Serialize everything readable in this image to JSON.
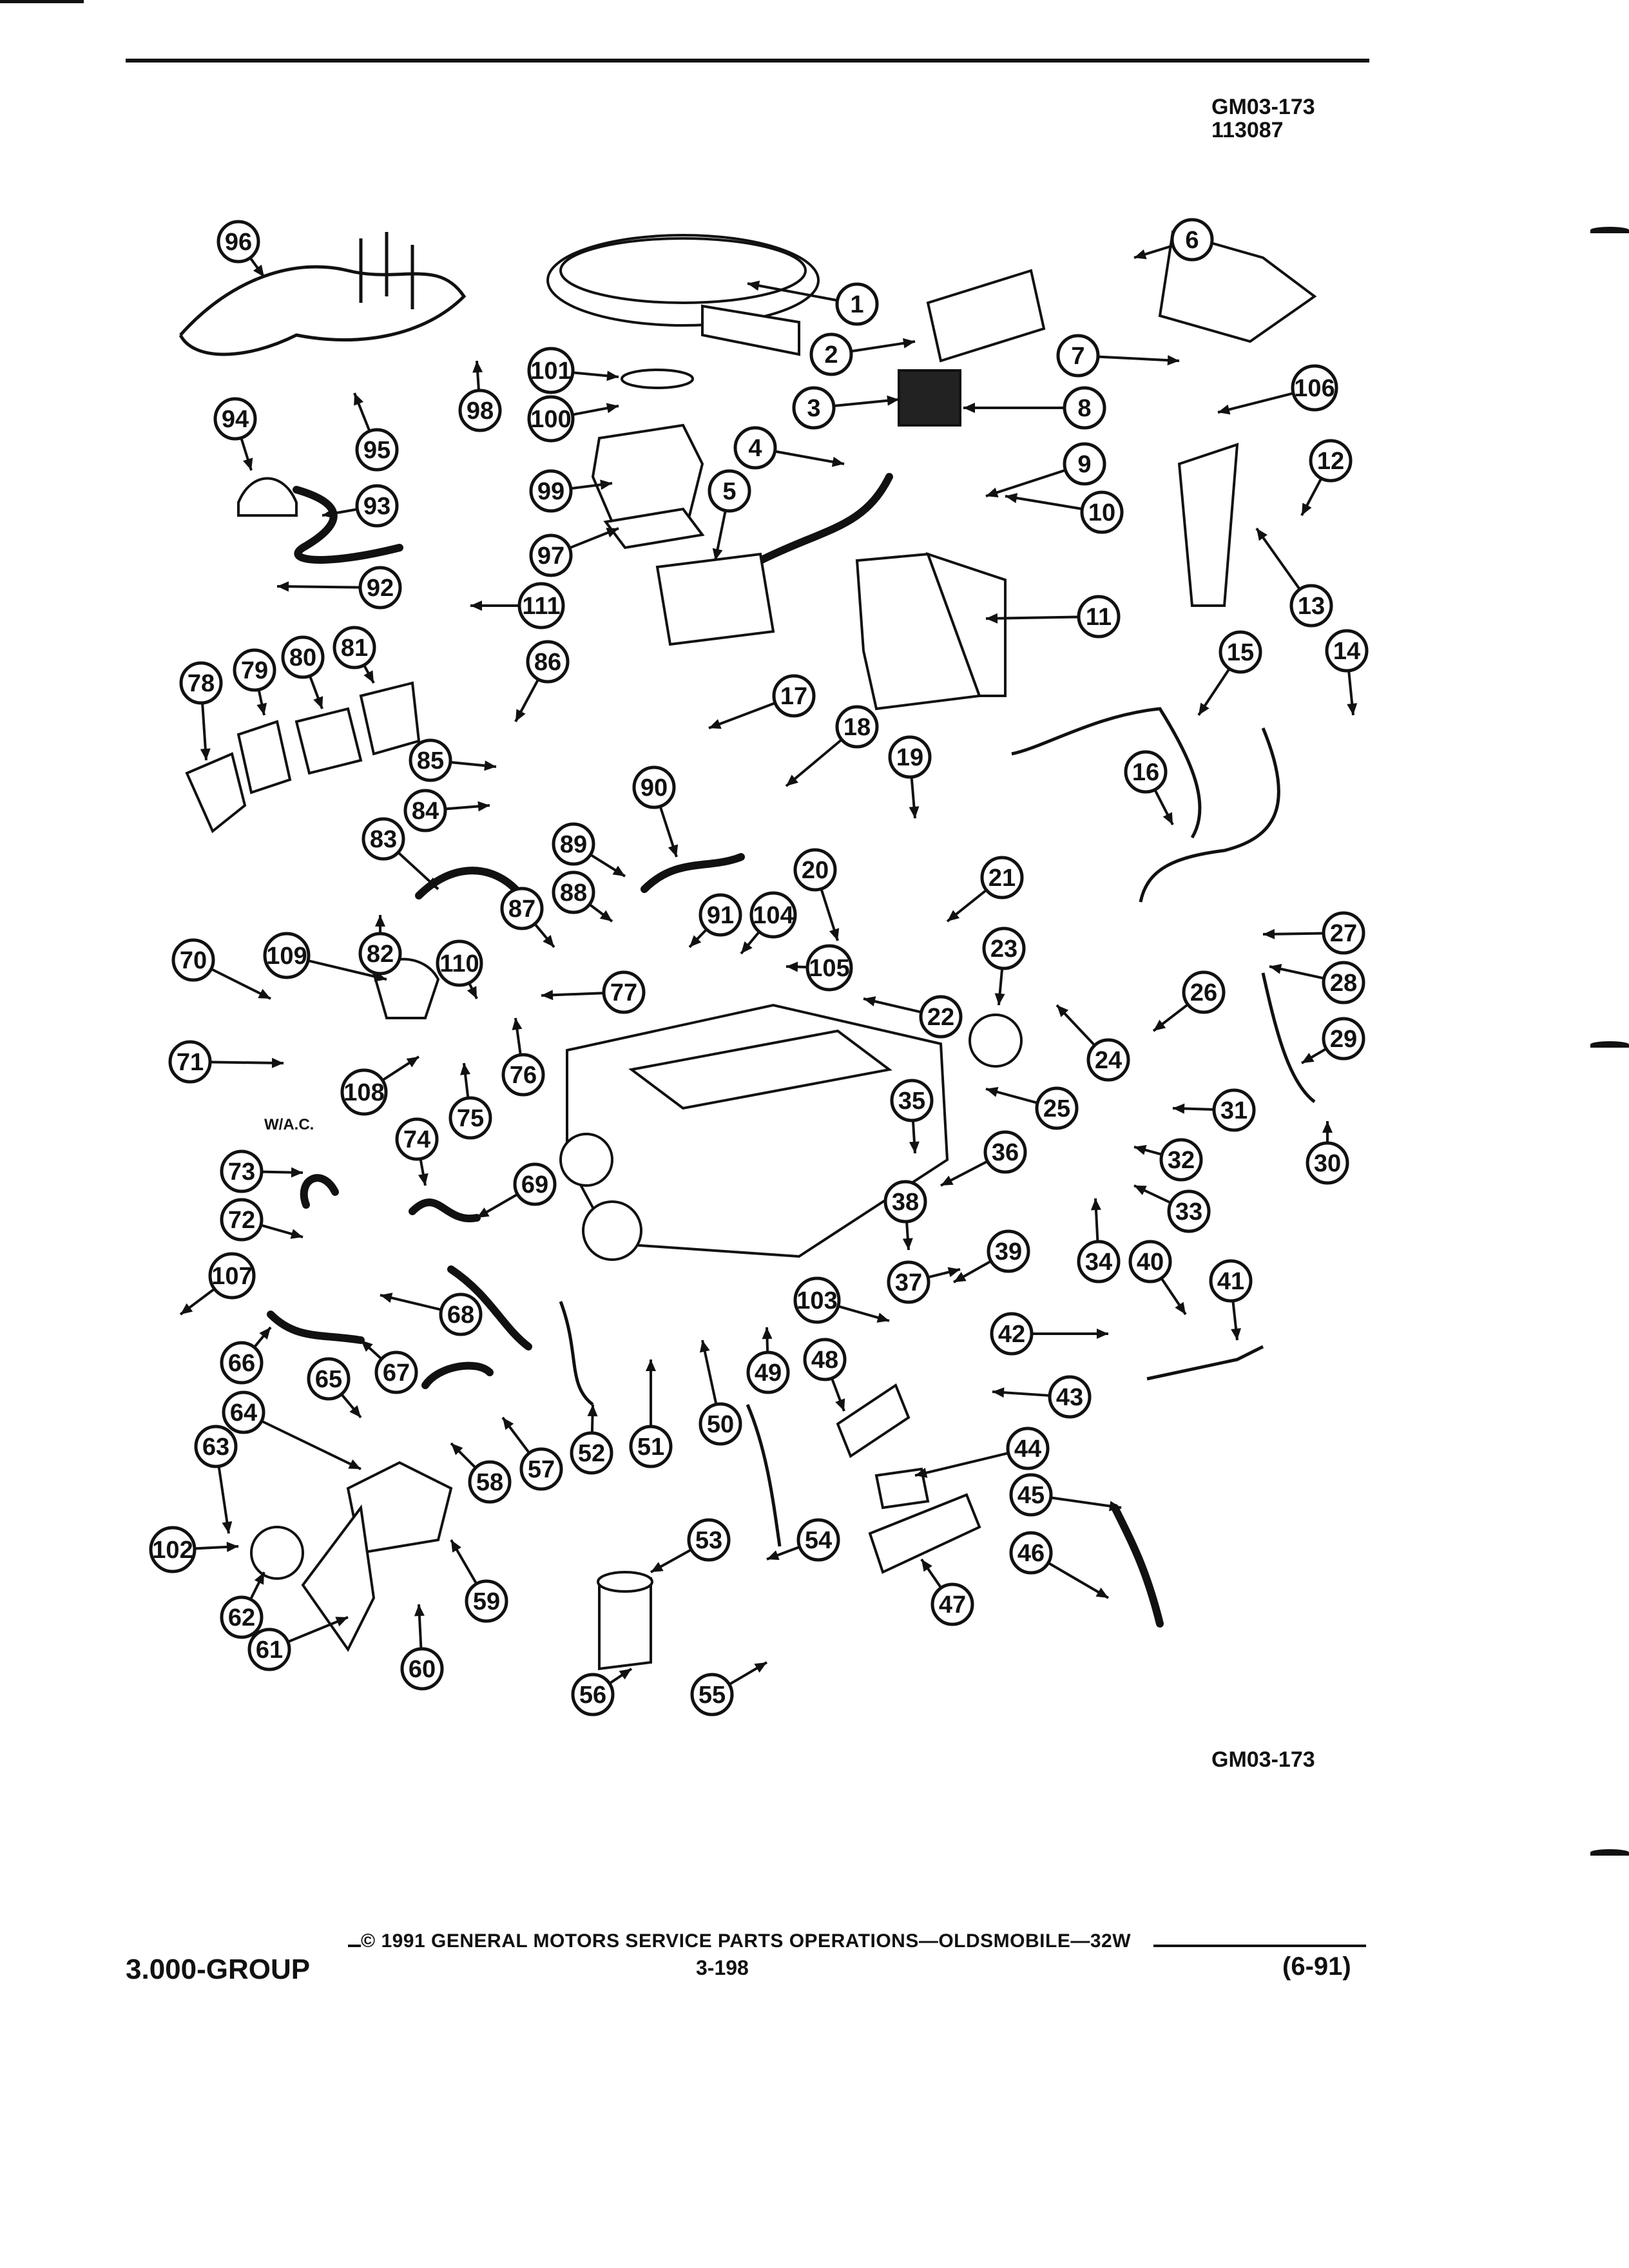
{
  "header": {
    "code": "GM03-173",
    "number": "113087"
  },
  "diagram": {
    "code_bottom": "GM03-173",
    "note_wac": "W/A.C.",
    "callouts": [
      "1",
      "2",
      "3",
      "4",
      "5",
      "6",
      "7",
      "8",
      "9",
      "10",
      "11",
      "12",
      "13",
      "14",
      "15",
      "16",
      "17",
      "18",
      "19",
      "20",
      "21",
      "22",
      "23",
      "24",
      "25",
      "26",
      "27",
      "28",
      "29",
      "30",
      "31",
      "32",
      "33",
      "34",
      "35",
      "36",
      "37",
      "38",
      "39",
      "40",
      "41",
      "42",
      "43",
      "44",
      "45",
      "46",
      "47",
      "48",
      "49",
      "50",
      "51",
      "52",
      "53",
      "54",
      "55",
      "56",
      "57",
      "58",
      "59",
      "60",
      "61",
      "62",
      "63",
      "64",
      "65",
      "66",
      "67",
      "68",
      "69",
      "70",
      "71",
      "72",
      "73",
      "74",
      "75",
      "76",
      "77",
      "78",
      "79",
      "80",
      "81",
      "82",
      "83",
      "84",
      "85",
      "86",
      "87",
      "88",
      "89",
      "90",
      "91",
      "92",
      "93",
      "94",
      "95",
      "96",
      "97",
      "98",
      "99",
      "100",
      "101",
      "102",
      "103",
      "104",
      "105",
      "106",
      "107",
      "108",
      "109",
      "110",
      "111"
    ]
  },
  "footer": {
    "copyright": "© 1991 GENERAL MOTORS SERVICE PARTS OPERATIONS—OLDSMOBILE—32W",
    "group": "3.000-GROUP",
    "page": "3-198",
    "date": "(6-91)"
  }
}
